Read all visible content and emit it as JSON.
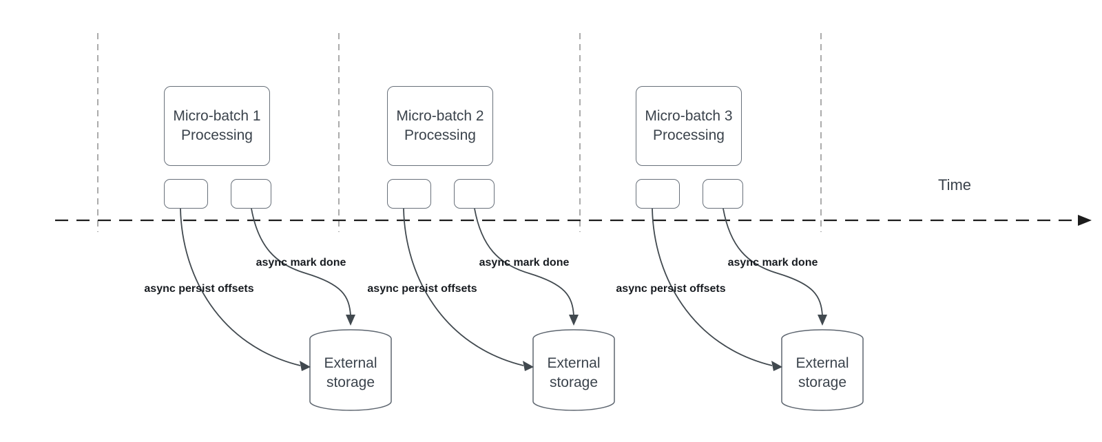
{
  "diagram": {
    "timeline": {
      "label": "Time"
    },
    "groups": [
      {
        "box": {
          "line1": "Micro-batch 1",
          "line2": "Processing"
        },
        "persist_label": "async persist offsets",
        "done_label": "async mark done",
        "storage": {
          "line1": "External",
          "line2": "storage"
        }
      },
      {
        "box": {
          "line1": "Micro-batch 2",
          "line2": "Processing"
        },
        "persist_label": "async persist offsets",
        "done_label": "async mark done",
        "storage": {
          "line1": "External",
          "line2": "storage"
        }
      },
      {
        "box": {
          "line1": "Micro-batch 3",
          "line2": "Processing"
        },
        "persist_label": "async persist offsets",
        "done_label": "async mark done",
        "storage": {
          "line1": "External",
          "line2": "storage"
        }
      }
    ],
    "colors": {
      "box_border": "#676f79",
      "box_text": "#3b434c",
      "arrow_label_text": "#171b20",
      "curve_stroke": "#41494f",
      "timeline_stroke": "#1c1c1c",
      "gridline_stroke": "#ababab",
      "background": "#ffffff"
    }
  }
}
